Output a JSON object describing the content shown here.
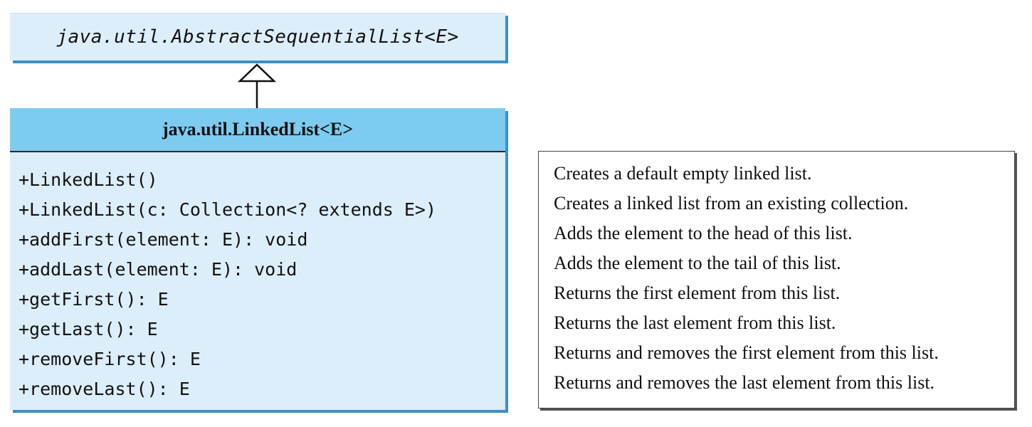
{
  "superclass": {
    "name": "java.util.AbstractSequentialList<E>"
  },
  "class": {
    "name": "java.util.LinkedList<E>",
    "methods": [
      "+LinkedList()",
      "+LinkedList(c: Collection<? extends E>)",
      "+addFirst(element: E): void",
      "+addLast(element: E): void",
      "+getFirst(): E",
      "+getLast(): E",
      "+removeFirst(): E",
      "+removeLast(): E"
    ]
  },
  "descriptions": [
    "Creates a default empty linked list.",
    "Creates a linked list from an existing collection.",
    "Adds the element to the head of this list.",
    "Adds the element to the tail of this list.",
    "Returns the first element from this list.",
    "Returns the last element from this list.",
    "Returns and removes the first element from this list.",
    "Returns and removes the last element from this list."
  ],
  "colors": {
    "header_fill": "#7ecbf0",
    "body_fill": "#dceefa",
    "shadow": "#3d8fc6"
  }
}
